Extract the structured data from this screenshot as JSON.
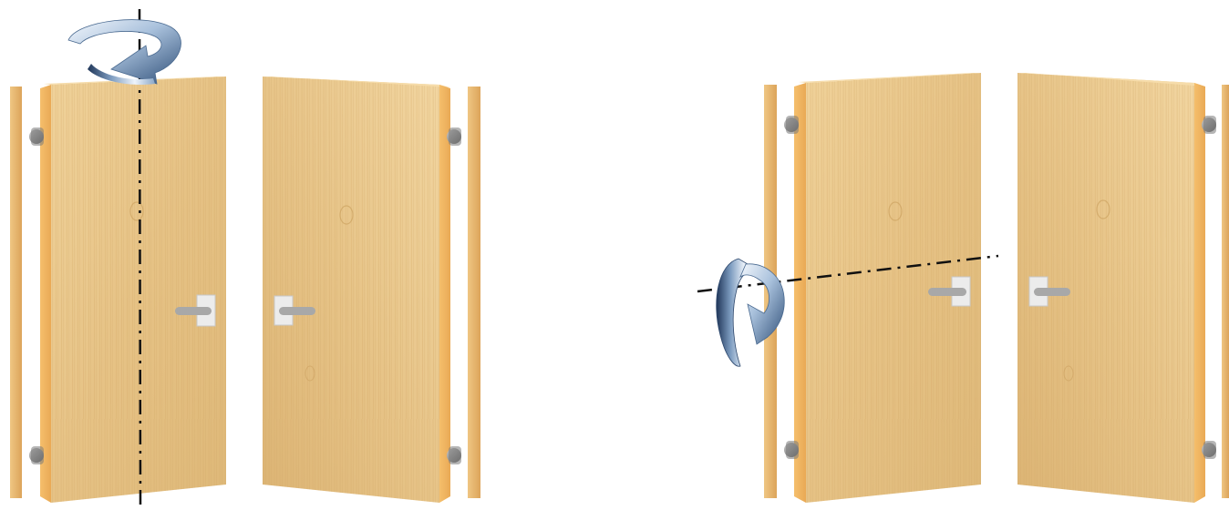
{
  "diagram": {
    "panels": [
      {
        "id": "left-pair",
        "rotation_axis": "vertical",
        "doors": 2,
        "handles": 2,
        "hinges_per_door": 2
      },
      {
        "id": "right-pair",
        "rotation_axis": "horizontal",
        "doors": 2,
        "handles": 2,
        "hinges_per_door": 2
      }
    ],
    "colors": {
      "door_face": "#e8c68b",
      "door_edge": "#f0b35f",
      "door_grain": "#d7ae6a",
      "frame": "#e8b872",
      "handle": "#a9a9a9",
      "handle_plate": "#e7e7e7",
      "hinge": "#8e8e8e",
      "axis_line": "#111111",
      "arrow_light": "#e8f1fb",
      "arrow_dark": "#3e5f86"
    }
  }
}
